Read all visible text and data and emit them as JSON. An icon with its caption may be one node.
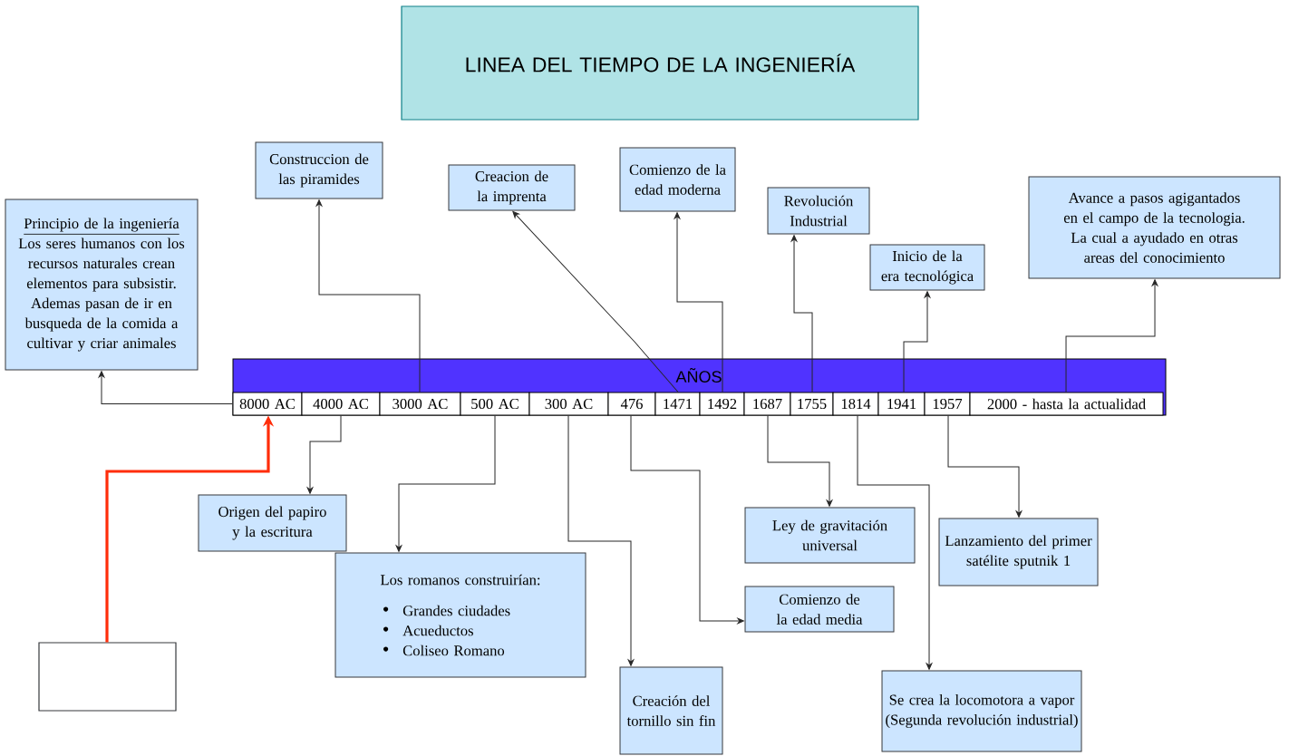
{
  "diagram": {
    "nodes": [
      {
        "text": [
          "LINEA DEL TIEMPO DE LA INGENIERÍA"
        ]
      },
      {
        "text": [
          "Principio de la  ingeniería",
          "Los seres humanos con los recursos naturales crean elementos para subsistir. Ademas pasan de ir en busqueda de la comida a cultivar y criar animales"
        ]
      },
      {
        "text": [
          "Construccion de las piramides"
        ]
      },
      {
        "text": [
          "Creacion de la imprenta"
        ]
      },
      {
        "text": [
          "Comienzo de la edad moderna"
        ]
      },
      {
        "text": [
          "Revolución Industrial"
        ]
      },
      {
        "text": [
          "Inicio de la era tecnológica"
        ]
      },
      {
        "text": [
          "Avance a pasos agigantados en el campo de la tecnologia. La cual a ayudado en otras areas del conocimiento"
        ]
      },
      {
        "text": [
          "AÑOS"
        ]
      },
      {
        "text": [
          "8000 AC"
        ],
        "in": 8
      },
      {
        "text": [
          "4000 AC"
        ],
        "in": 8
      },
      {
        "text": [
          "3000 AC"
        ],
        "in": 8
      },
      {
        "text": [
          "500 AC"
        ],
        "in": 8
      },
      {
        "text": [
          "300 AC"
        ],
        "in": 8
      },
      {
        "text": [
          "476"
        ],
        "in": 8
      },
      {
        "text": [
          "1471"
        ],
        "in": 8
      },
      {
        "text": [
          "1492"
        ],
        "in": 8
      },
      {
        "text": [
          "1687"
        ],
        "in": 8
      },
      {
        "text": [
          "1755"
        ],
        "in": 8
      },
      {
        "text": [
          "1814"
        ],
        "in": 8
      },
      {
        "text": [
          "1941"
        ],
        "in": 8
      },
      {
        "text": [
          "1957"
        ],
        "in": 8
      },
      {
        "text": [
          "2000 - hasta la actualidad"
        ],
        "in": 8
      },
      {
        "text": [
          "Origen del papiro y la escritura"
        ]
      },
      {
        "text": [
          "Los romanos construirían:",
          "Grandes ciudades",
          "Acueductos",
          "Coliseo Romano"
        ]
      },
      {
        "text": [
          "Ley de gravitación universal"
        ]
      },
      {
        "text": [
          "Lanzamiento del primer satélite sputnik 1"
        ]
      },
      {
        "text": [
          "Comienzo de la edad media"
        ]
      },
      {
        "text": [],
        "shape": "box"
      },
      {
        "text": [
          "Creación del tornillo sin fin"
        ]
      },
      {
        "text": [
          "Se crea la locomotora a vapor (Segunda revolución industrial)"
        ]
      }
    ],
    "edges": [
      {
        "from": 9,
        "to": 1,
        "arrow": "to"
      },
      {
        "from": 11,
        "to": 2,
        "arrow": "to"
      },
      {
        "from": 15,
        "to": 3,
        "arrow": "to"
      },
      {
        "from": 16,
        "to": 4,
        "arrow": "to"
      },
      {
        "from": 18,
        "to": 5,
        "arrow": "to"
      },
      {
        "from": 20,
        "to": 6,
        "arrow": "to"
      },
      {
        "from": 22,
        "to": 7,
        "arrow": "to"
      },
      {
        "from": 10,
        "to": 23,
        "arrow": "to"
      },
      {
        "from": 12,
        "to": 24,
        "arrow": "to"
      },
      {
        "from": 13,
        "to": 29,
        "arrow": "to"
      },
      {
        "from": 14,
        "to": 27,
        "arrow": "to"
      },
      {
        "from": 17,
        "to": 25,
        "arrow": "to"
      },
      {
        "from": 19,
        "to": 30,
        "arrow": "to"
      },
      {
        "from": 21,
        "to": 26,
        "arrow": "to"
      },
      {
        "from": 28,
        "to": 9,
        "arrow": "to",
        "style": "thick",
        "color": "#ff2d0a"
      }
    ]
  }
}
